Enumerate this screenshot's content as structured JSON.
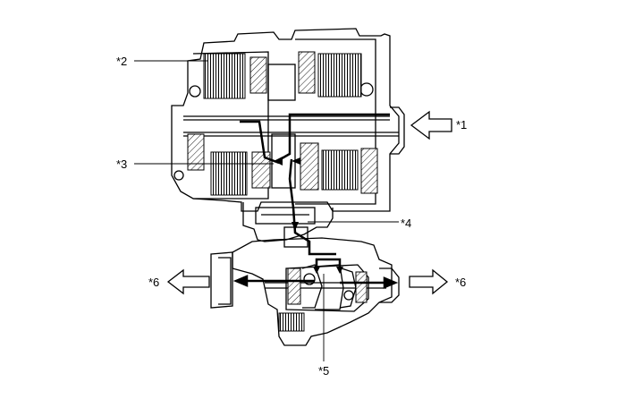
{
  "callouts": [
    {
      "id": "c1",
      "text": "*1"
    },
    {
      "id": "c2",
      "text": "*2"
    },
    {
      "id": "c3",
      "text": "*3"
    },
    {
      "id": "c4",
      "text": "*4"
    },
    {
      "id": "c5",
      "text": "*5"
    },
    {
      "id": "c6l",
      "text": "*6"
    },
    {
      "id": "c6r",
      "text": "*6"
    }
  ],
  "colors": {
    "line": "#000000",
    "background": "#ffffff",
    "arrow_fill": "#ffffff"
  }
}
